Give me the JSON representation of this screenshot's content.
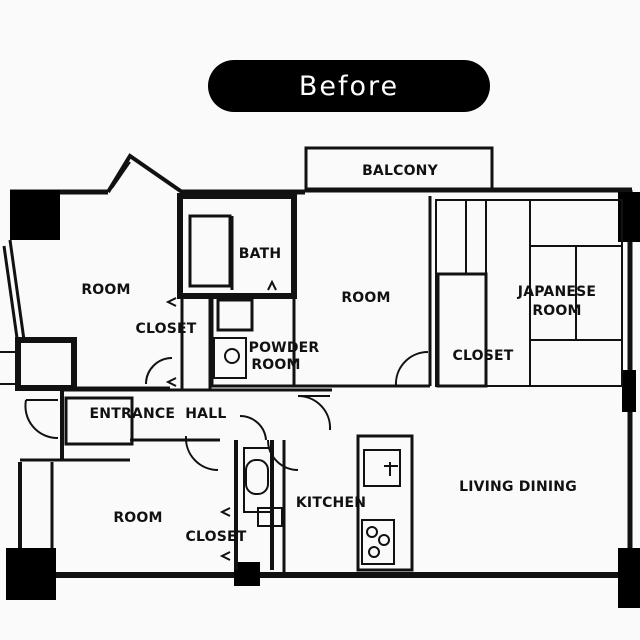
{
  "header": {
    "title": "Before"
  },
  "rooms": {
    "balcony": "BALCONY",
    "bath": "BATH",
    "room_top_left": "ROOM",
    "closet_left": "CLOSET",
    "powder_room_line1": "POWDER",
    "powder_room_line2": "ROOM",
    "room_center": "ROOM",
    "japanese_room_line1": "JAPANESE",
    "japanese_room_line2": "ROOM",
    "closet_right": "CLOSET",
    "entrance_hall": "ENTRANCE  HALL",
    "room_bottom_left": "ROOM",
    "closet_bottom": "CLOSET",
    "kitchen": "KITCHEN",
    "living_dining": "LIVING DINING"
  },
  "colors": {
    "background": "#fafafa",
    "wall": "#000000",
    "line": "#111111"
  }
}
